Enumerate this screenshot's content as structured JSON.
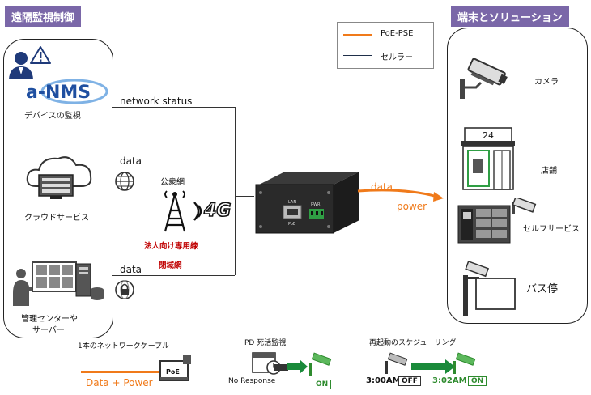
{
  "left_title": "遠隔監視制御",
  "right_title": "端末とソリューション",
  "legend": {
    "poe": "PoE-PSE",
    "cellular": "セルラー"
  },
  "logo": "a-NMS",
  "left_items": {
    "device_monitor": "デバイスの監視",
    "cloud": "クラウドサービス",
    "center_line1": "管理センターや",
    "center_line2": "サーバー"
  },
  "links": {
    "network_status": "network status",
    "data_top": "data",
    "data_bottom": "data",
    "public_net": "公衆網",
    "private_line": "法人向け専用線",
    "closed_net": "閉域網",
    "net_4g": "4G"
  },
  "device": {
    "lan_label": "LAN",
    "poe_label": "PoE",
    "pwr_label": "PWR"
  },
  "right_link": {
    "data": "data",
    "power": "power"
  },
  "right_items": {
    "camera": "カメラ",
    "store_sign": "24",
    "store": "店舗",
    "self_service": "セルフサービス",
    "bus_stop": "バス停"
  },
  "bottom": {
    "single_cable": "1本のネットワークケーブル",
    "data_power": "Data + Power",
    "poe_box": "PoE",
    "pd_monitor": "PD 死活監視",
    "no_response": "No Response",
    "on1": "ON",
    "reboot": "再起動のスケジューリング",
    "time1": "3:00AM",
    "off": "OFF",
    "time2": "3:02AM",
    "on2": "ON"
  },
  "colors": {
    "accent_purple": "#7a67a8",
    "poe_orange": "#f07a1a",
    "cellular_line": "#1f2f4a",
    "on_green": "#2e8b2e",
    "alert_red": "#c00000"
  }
}
